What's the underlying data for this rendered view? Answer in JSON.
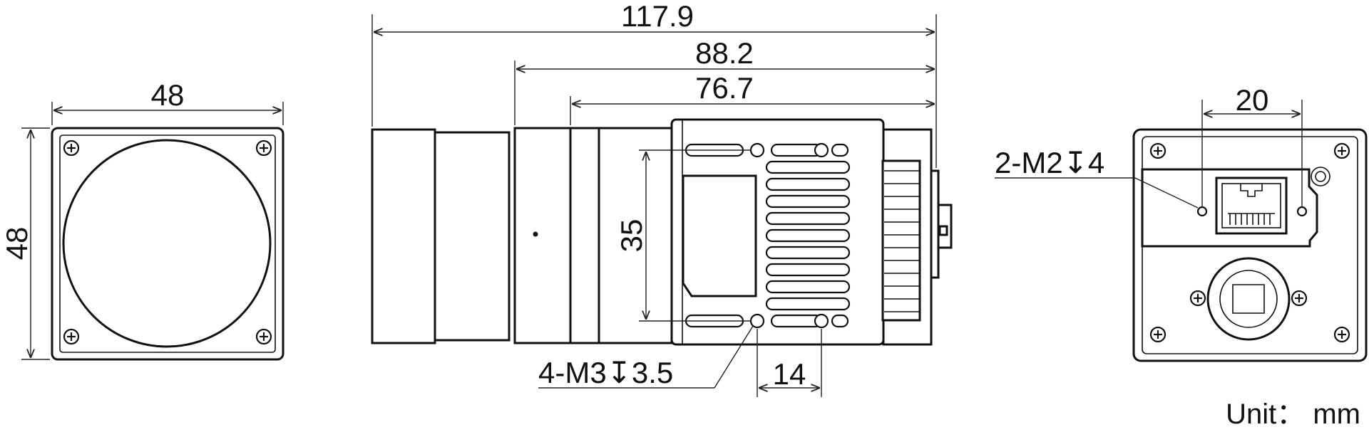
{
  "dimensions": {
    "front_width": "48",
    "front_height": "48",
    "total_length": "117.9",
    "body_length_a": "88.2",
    "body_length_b": "76.7",
    "mount_spacing": "35",
    "mount_hole_offset": "14",
    "back_hole_spacing": "20"
  },
  "callouts": {
    "back_holes": "2-M2↧4",
    "side_holes": "4-M3↧3.5"
  },
  "unit_label": "Unit： mm",
  "colors": {
    "line": "#111111",
    "background": "#ffffff"
  },
  "icons": [
    "screw-icon",
    "rj45-port-icon",
    "power-connector-icon"
  ]
}
